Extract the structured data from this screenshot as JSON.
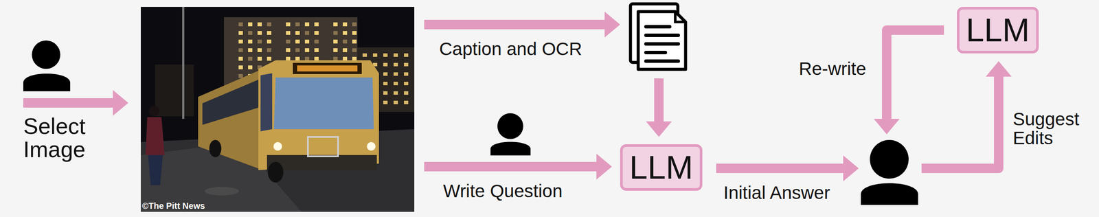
{
  "diagram": {
    "nodes": [
      {
        "text": [
          "LLM"
        ]
      },
      {
        "text": [
          "LLM"
        ]
      }
    ],
    "labels": [
      "Select Image",
      "Caption and OCR",
      "Write Question",
      "Initial Answer",
      "Re-write",
      "Suggest Edits",
      "©The Pitt News"
    ]
  }
}
